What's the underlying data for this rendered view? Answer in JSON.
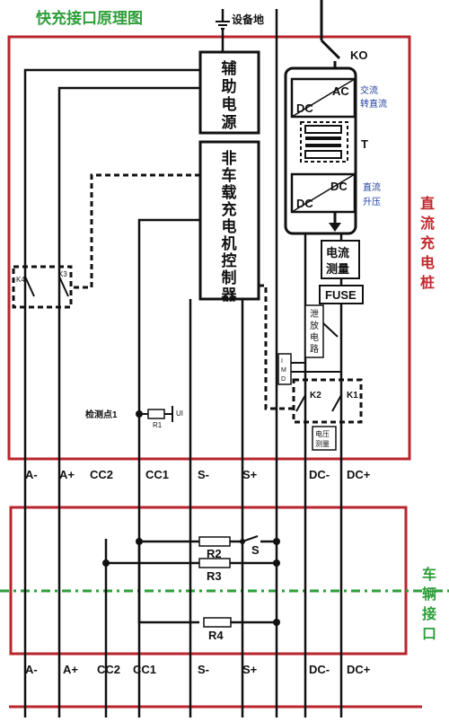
{
  "title": "快充接口原理图",
  "ground_label": "设备地",
  "ko_label": "KO",
  "aux_power": "辅助电源",
  "controller": "非车载充电机控制器",
  "ac_dc": {
    "ac": "AC",
    "dc": "DC",
    "desc1": "交流",
    "desc2": "转直流"
  },
  "transformer": "T",
  "dc_dc": {
    "dc_left": "DC",
    "dc_right": "DC",
    "desc1": "直流",
    "desc2": "升压"
  },
  "current_meter": "电流测量",
  "fuse": "FUSE",
  "discharge": "泄放电路",
  "imd": "IMD",
  "k1": "K1",
  "k2": "K2",
  "k3": "K3",
  "k4": "K4",
  "voltage_meter": "电压测量",
  "detect_point": "检测点1",
  "r1": "R1",
  "ui": "UI",
  "charger_label": "直流充电桩",
  "vehicle_label": "车辆接口",
  "pins_top": [
    "A-",
    "A+",
    "CC2",
    "CC1",
    "S-",
    "S+",
    "DC-",
    "DC+"
  ],
  "pins_bottom": [
    "A-",
    "A+",
    "CC2",
    "CC1",
    "S-",
    "S+",
    "DC-",
    "DC+"
  ],
  "r2": "R2",
  "r3": "R3",
  "r4": "R4",
  "s_switch": "S"
}
